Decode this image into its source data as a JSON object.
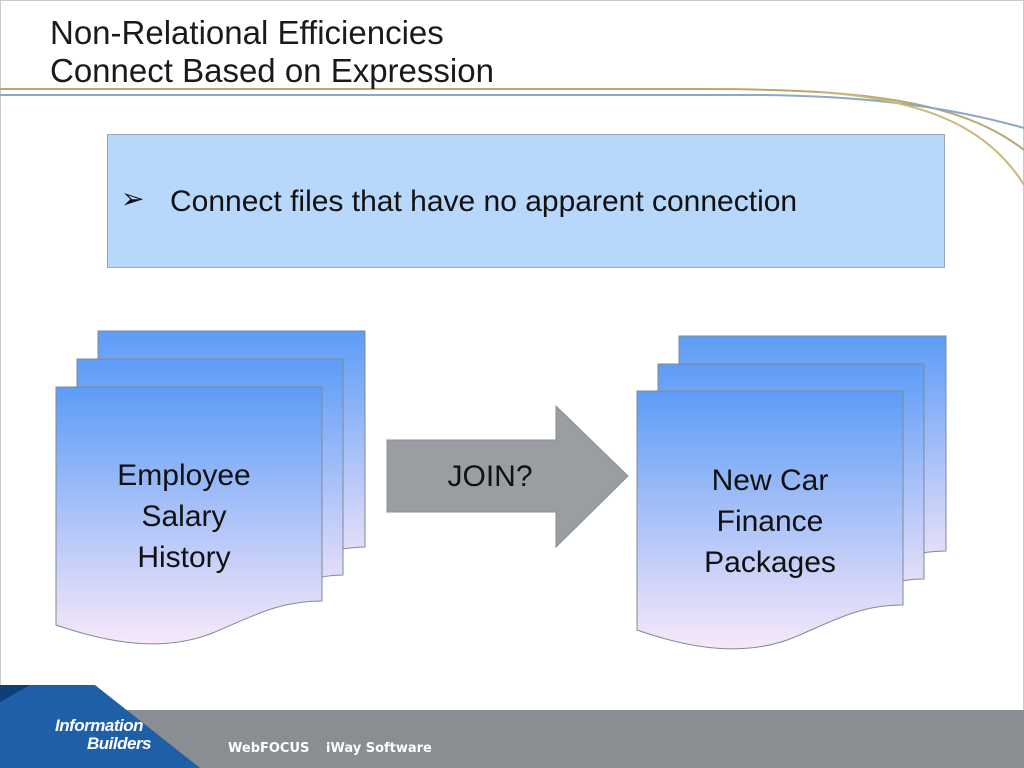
{
  "slide": {
    "title_line1": "Non-Relational Efficiencies",
    "title_line2": "Connect Based on Expression",
    "bullet_icon": "arrow-bullet-icon",
    "bullet_text": "Connect files that have no apparent connection"
  },
  "diagram": {
    "left_doc": "Employee\nSalary\nHistory",
    "join_label": "JOIN?",
    "right_doc": "New Car\nFinance\nPackages"
  },
  "footer": {
    "brand_line1": "Information",
    "brand_line2": "Builders",
    "link1": "WebFOCUS",
    "link2": "iWay Software"
  },
  "colors": {
    "doc_top": "#5d9cf7",
    "doc_bottom": "#f8e8f8",
    "arrow": "#9a9ea2",
    "bullet_box": "#b7d7fb",
    "footer_gray": "#8a8d92",
    "footer_blue": "#1f5fa8"
  }
}
